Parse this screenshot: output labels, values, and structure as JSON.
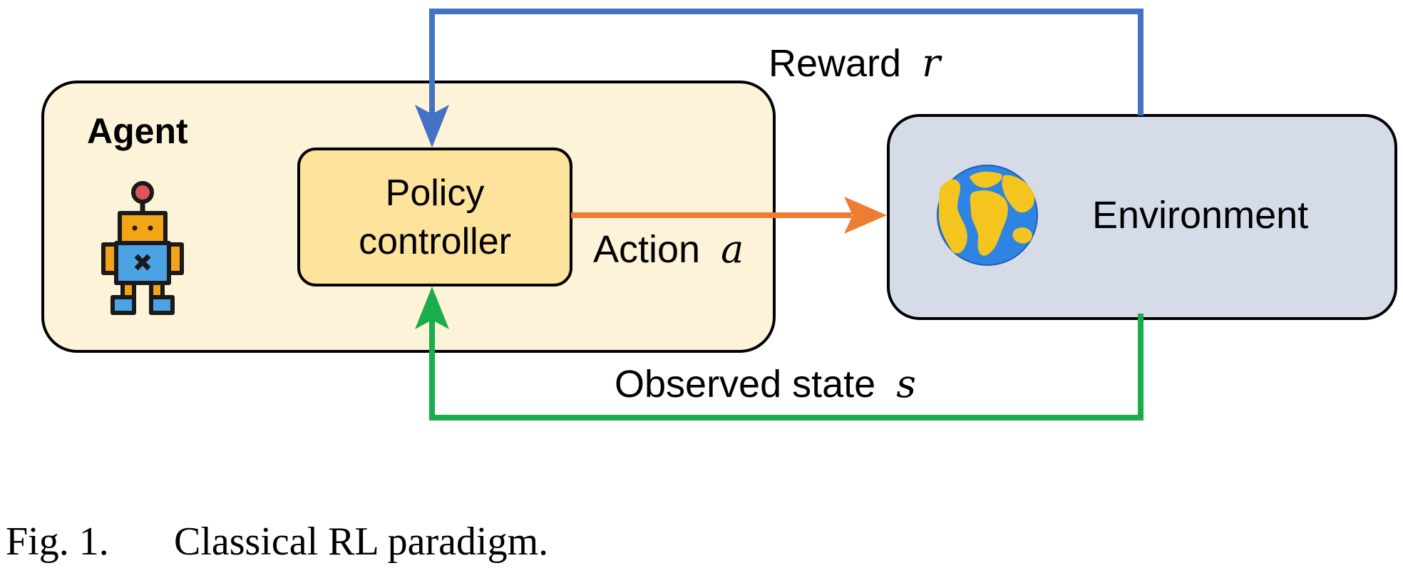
{
  "diagram": {
    "agent": {
      "title": "Agent",
      "robot_icon": "robot-icon",
      "policy": {
        "line1": "Policy",
        "line2": "controller"
      }
    },
    "environment": {
      "label": "Environment",
      "globe_icon": "globe-icon"
    },
    "edges": {
      "reward": {
        "text": "Reward",
        "symbol": "r"
      },
      "action": {
        "text": "Action",
        "symbol": "a"
      },
      "state": {
        "text": "Observed state",
        "symbol": "s"
      }
    }
  },
  "colors": {
    "agent_fill": "#FDF3D8",
    "policy_fill": "#FDE39C",
    "environment_fill": "#D5DCE7",
    "reward_arrow": "#4472C4",
    "action_arrow": "#ED7D31",
    "state_arrow": "#1AAE4B",
    "ocean": "#2F83E3",
    "land": "#F4C51F"
  },
  "caption": {
    "label": "Fig. 1.",
    "text": "Classical RL paradigm."
  }
}
